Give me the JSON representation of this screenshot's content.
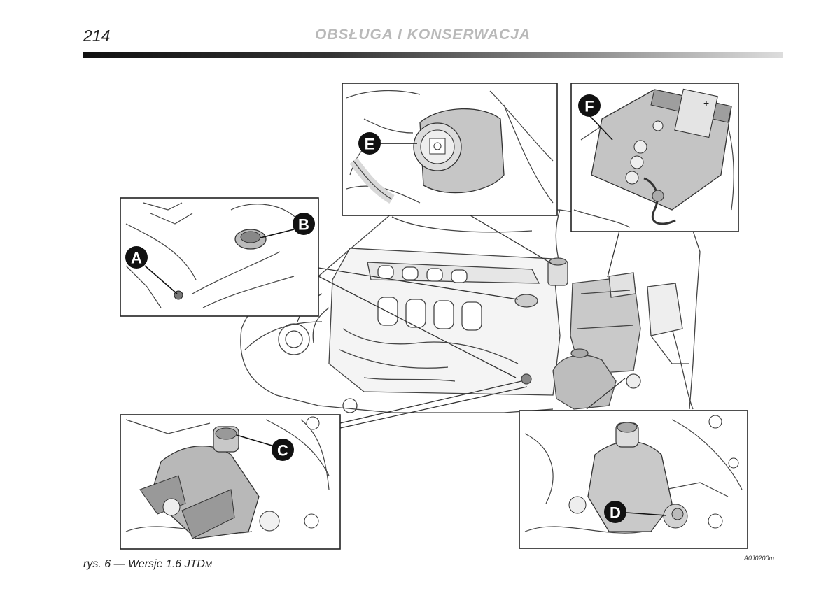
{
  "header": {
    "page_number": "214",
    "section_title": "OBSŁUGA I KONSERWACJA"
  },
  "figure": {
    "callouts": [
      "A",
      "B",
      "C",
      "D",
      "E",
      "F"
    ],
    "caption_main": "rys. 6 — Wersje 1.6 JTD",
    "caption_suffix": "M",
    "code": "A0J0200m"
  }
}
